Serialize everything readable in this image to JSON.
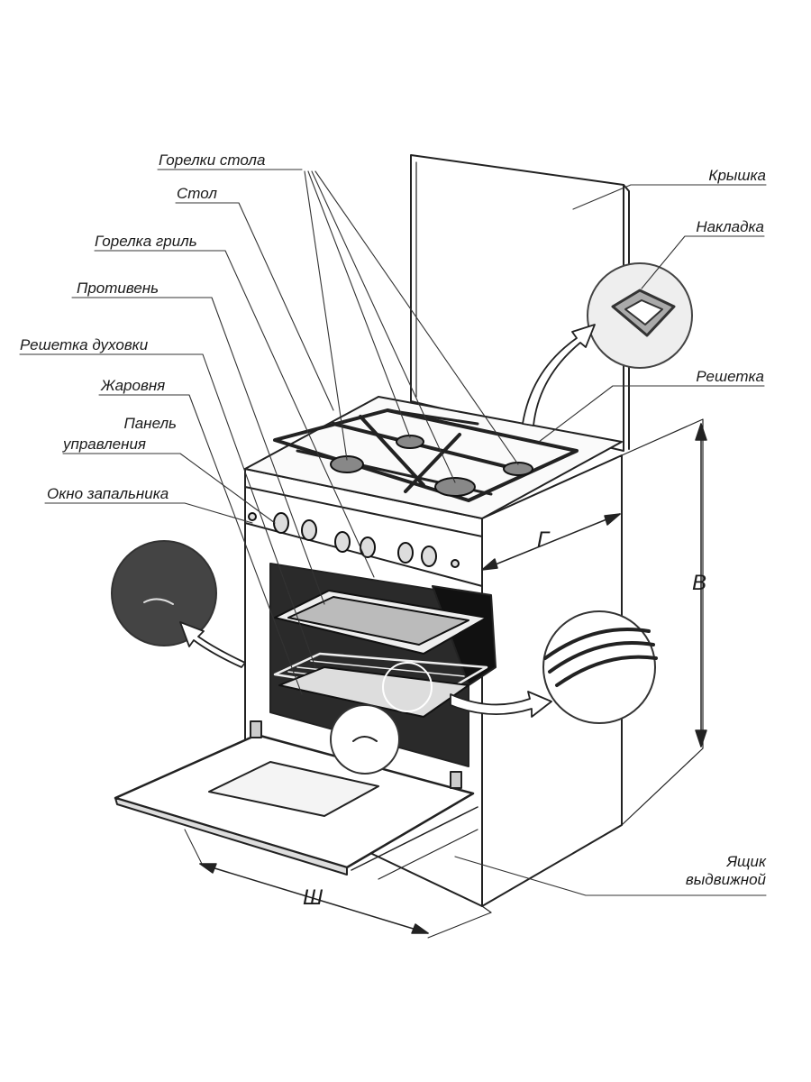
{
  "labels": {
    "burners": "Горелки стола",
    "table": "Стол",
    "grill_burner": "Горелка гриль",
    "baking_tray": "Противень",
    "oven_rack": "Решетка духовки",
    "roasting_pan": "Жаровня",
    "control_panel_l1": "Панель",
    "control_panel_l2": "управления",
    "ignition_window": "Окно запальника",
    "lid": "Крышка",
    "overlay": "Накладка",
    "grate": "Решетка",
    "drawer_l1": "Ящик",
    "drawer_l2": "выдвижной"
  },
  "dimensions": {
    "depth": "Г",
    "height": "В",
    "width": "Ш"
  }
}
